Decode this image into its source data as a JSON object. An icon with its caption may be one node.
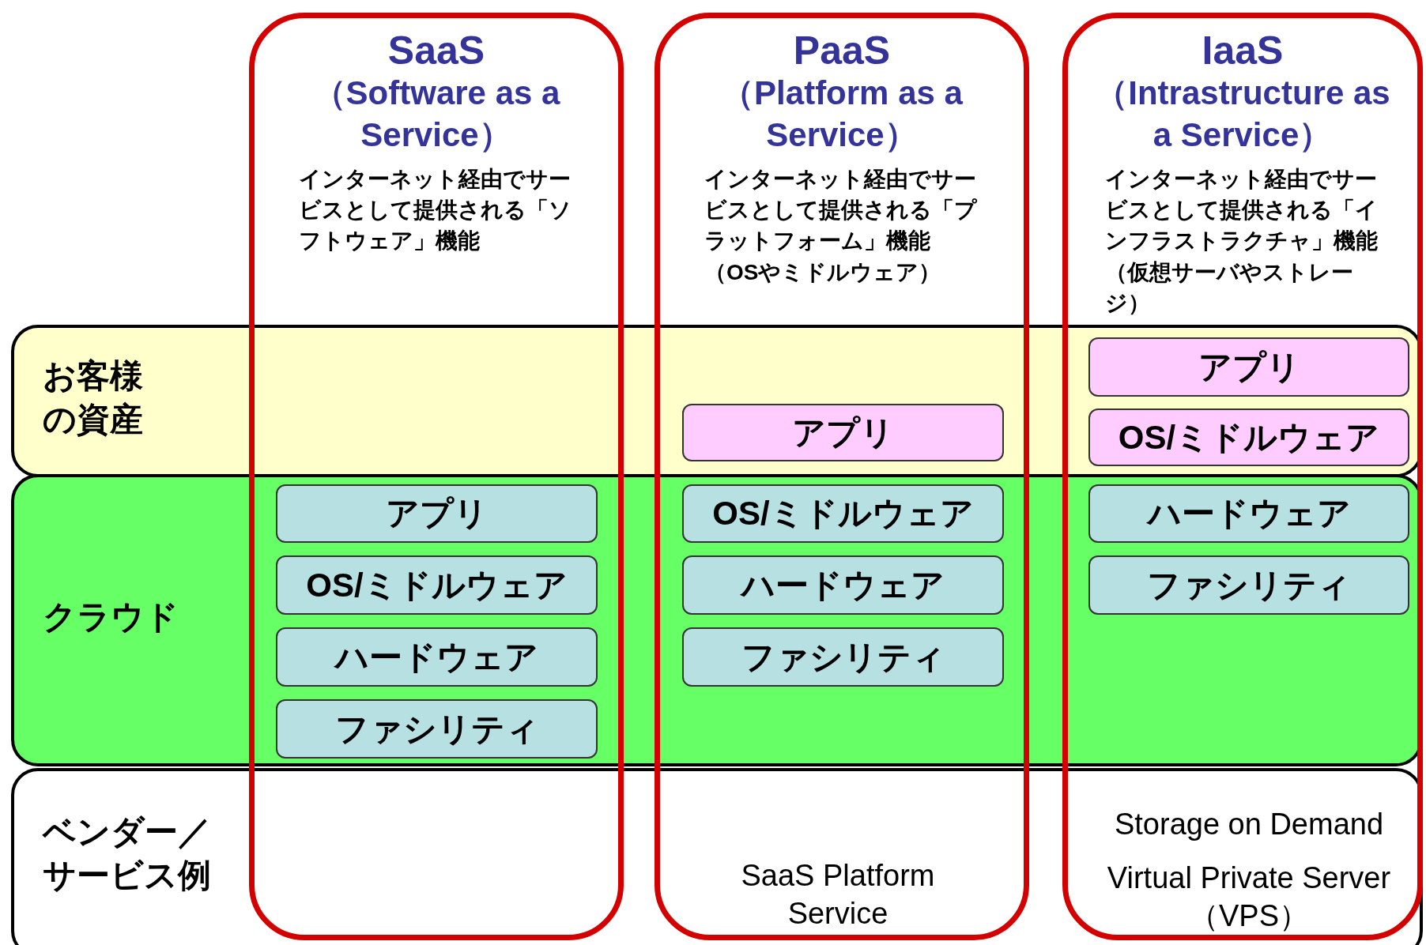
{
  "diagram": {
    "nodes": [
      {
        "text": [
          "SaaS",
          "（Software as a Service）",
          "インターネット経由でサービスとして提供される「ソフトウェア」機能"
        ]
      },
      {
        "text": [
          "アプリ"
        ]
      },
      {
        "text": [
          "OS/ミドルウェア"
        ]
      },
      {
        "text": [
          "ハードウェア"
        ]
      },
      {
        "text": [
          "ファシリティ"
        ]
      },
      {
        "text": [
          "PaaS",
          "（Platform as a Service）",
          "インターネット経由でサービスとして提供される「プラットフォーム」機能（OSやミドルウェア）"
        ]
      },
      {
        "text": [
          "アプリ"
        ]
      },
      {
        "text": [
          "OS/ミドルウェア"
        ]
      },
      {
        "text": [
          "ハードウェア"
        ]
      },
      {
        "text": [
          "ファシリティ"
        ]
      },
      {
        "text": [
          "IaaS",
          "（Intrastructure as a Service）",
          "インターネット経由でサービスとして提供される「インフラストラクチャ」機能（仮想サーバやストレージ）"
        ]
      },
      {
        "text": [
          "アプリ"
        ]
      },
      {
        "text": [
          "OS/ミドルウェア"
        ]
      },
      {
        "text": [
          "ハードウェア"
        ]
      },
      {
        "text": [
          "ファシリティ"
        ]
      },
      {
        "text": [
          "お客様の資産"
        ]
      },
      {
        "text": [
          "クラウド"
        ]
      },
      {
        "text": [
          "ベンダー／サービス例"
        ]
      }
    ],
    "edges": [],
    "labels": [
      "SaaS Platform Service",
      "Storage on Demand",
      "Virtual Private Server（VPS）"
    ]
  }
}
